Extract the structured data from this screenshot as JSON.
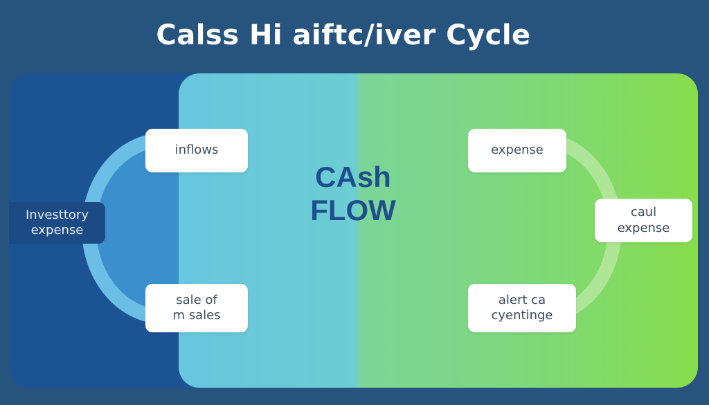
{
  "title": "Calss Hi aiftc/iver Cycle",
  "center": {
    "line1": "CAsh",
    "line2": "FLOW"
  },
  "nodes": {
    "inflows": {
      "lines": [
        "inflows"
      ]
    },
    "inventory": {
      "lines": [
        "Investtory",
        "expense"
      ]
    },
    "sale": {
      "lines": [
        "sale of",
        "m sales"
      ]
    },
    "expense": {
      "lines": [
        "expense"
      ]
    },
    "caul_expense": {
      "lines": [
        "caul",
        "expense"
      ]
    },
    "alert": {
      "lines": [
        "alert ca",
        "cyentinge"
      ]
    }
  },
  "colors": {
    "background": "#27547e",
    "left_panel": "#1c5394",
    "gradient_start": "#68c6df",
    "gradient_end": "#88dd4c",
    "center_text": "#1d4f8f",
    "node_text": "#3a4a5e"
  }
}
